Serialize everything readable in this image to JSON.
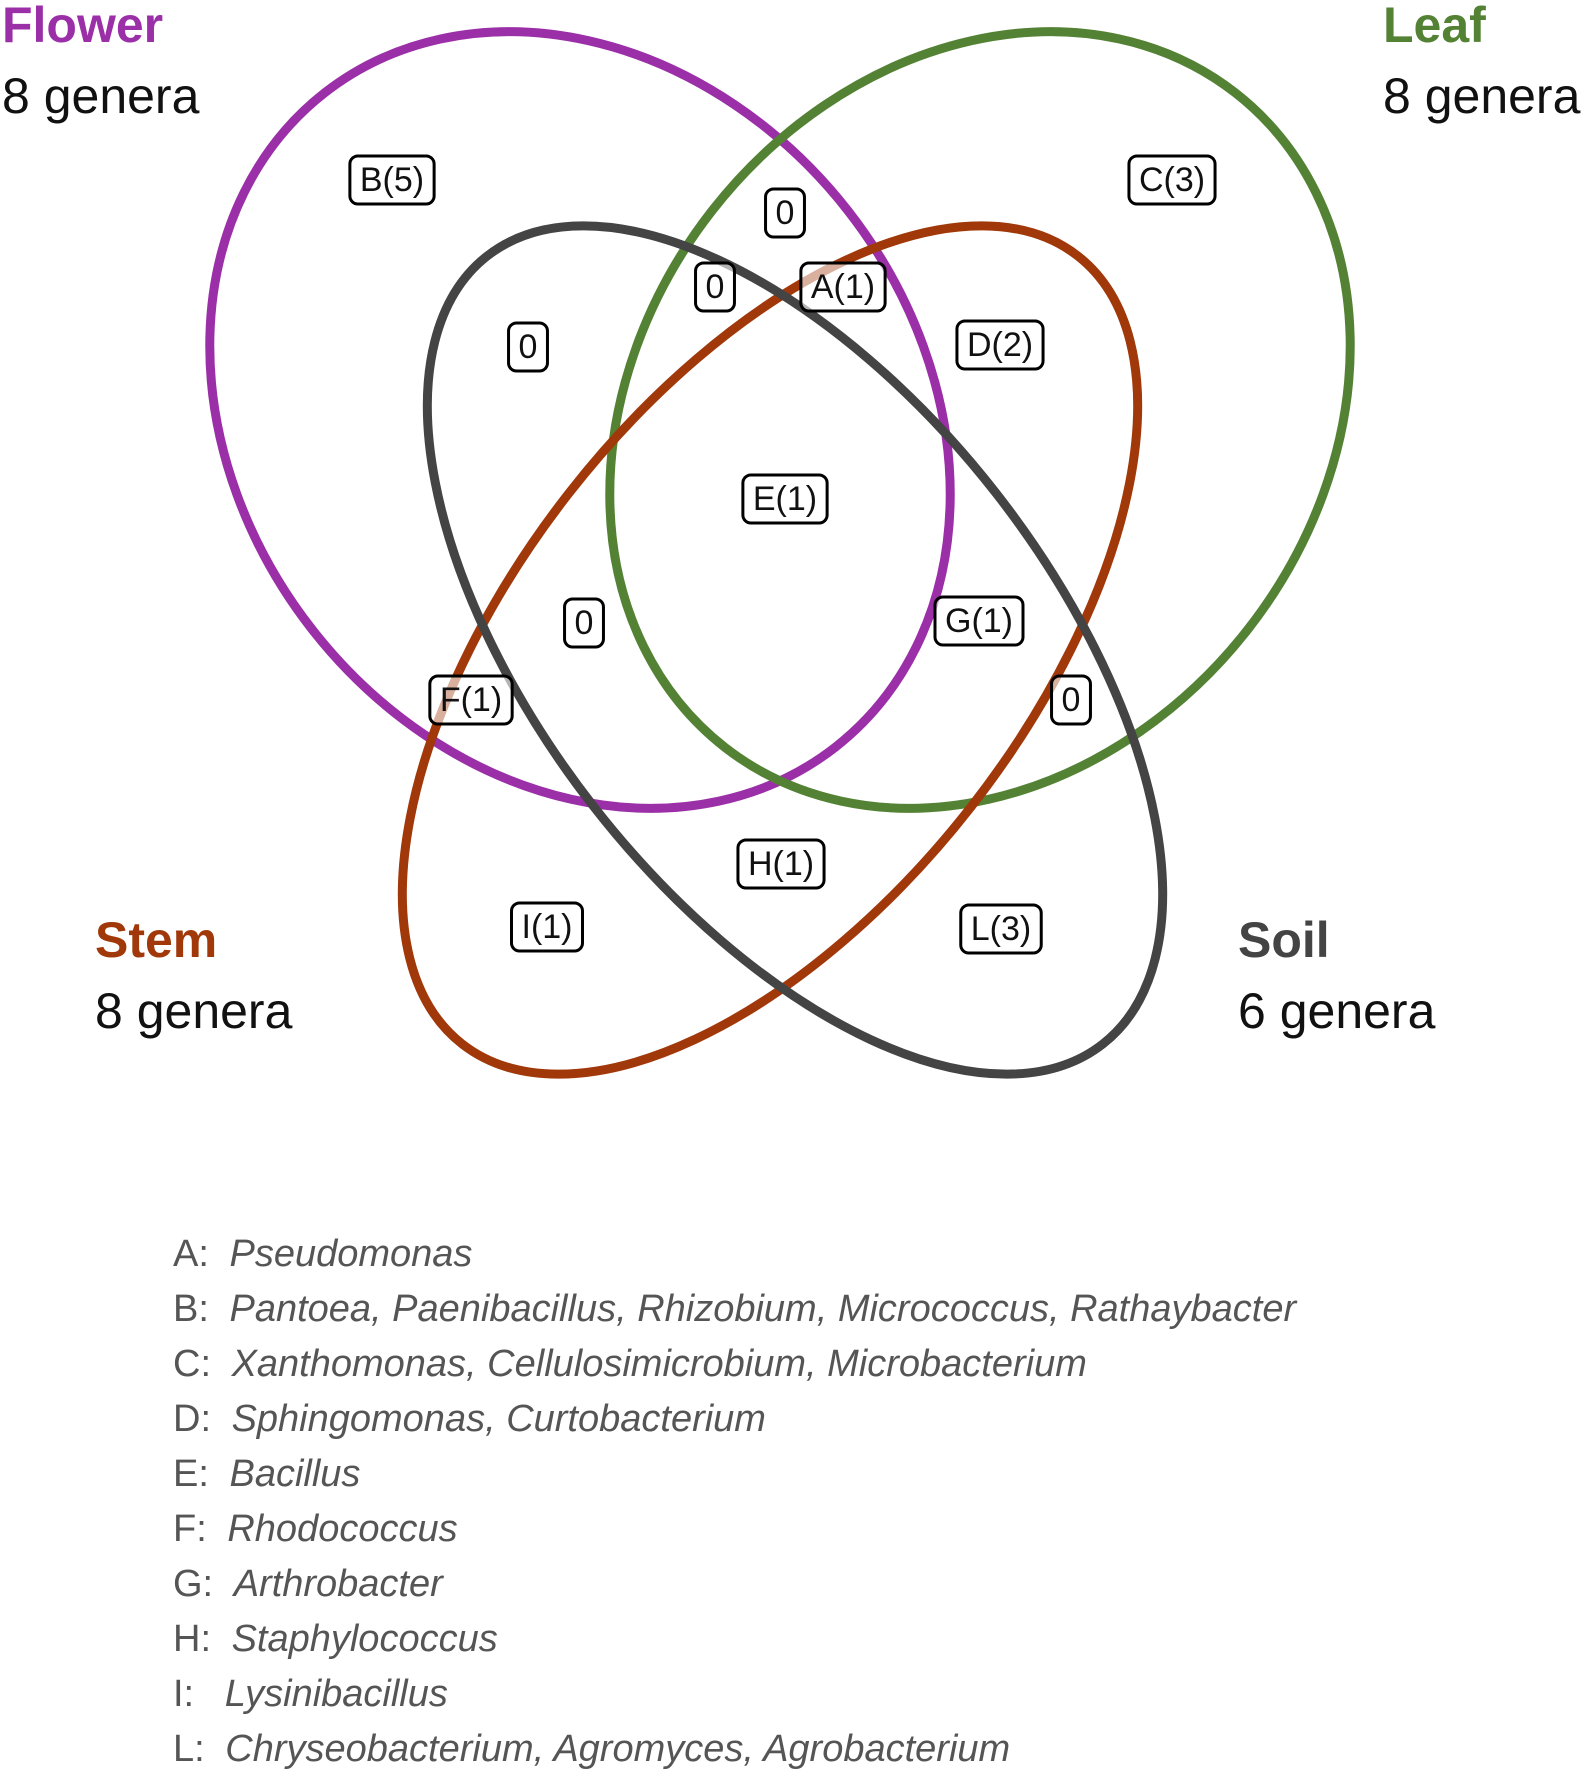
{
  "sets": [
    {
      "id": "flower",
      "name": "Flower",
      "count_label": "8 genera",
      "color": "#9b2fa8"
    },
    {
      "id": "leaf",
      "name": "Leaf",
      "count_label": "8 genera",
      "color": "#548235"
    },
    {
      "id": "stem",
      "name": "Stem",
      "count_label": "8 genera",
      "color": "#a0380a"
    },
    {
      "id": "soil",
      "name": "Soil",
      "count_label": "6 genera",
      "color": "#444444"
    }
  ],
  "region_labels": [
    {
      "id": "b",
      "label": "B(5)"
    },
    {
      "id": "c",
      "label": "C(3)"
    },
    {
      "id": "top",
      "label": "0"
    },
    {
      "id": "upper-left",
      "label": "0"
    },
    {
      "id": "a",
      "label": "A(1)"
    },
    {
      "id": "left",
      "label": "0"
    },
    {
      "id": "d",
      "label": "D(2)"
    },
    {
      "id": "e",
      "label": "E(1)"
    },
    {
      "id": "lower-left",
      "label": "0"
    },
    {
      "id": "g",
      "label": "G(1)"
    },
    {
      "id": "f",
      "label": "F(1)"
    },
    {
      "id": "right",
      "label": "0"
    },
    {
      "id": "h",
      "label": "H(1)"
    },
    {
      "id": "i",
      "label": "I(1)"
    },
    {
      "id": "l",
      "label": "L(3)"
    }
  ],
  "legend": [
    {
      "key": "A:",
      "taxa": "Pseudomonas"
    },
    {
      "key": "B:",
      "taxa": "Pantoea, Paenibacillus, Rhizobium, Micrococcus, Rathaybacter"
    },
    {
      "key": "C:",
      "taxa": "Xanthomonas, Cellulosimicrobium, Microbacterium"
    },
    {
      "key": "D:",
      "taxa": "Sphingomonas, Curtobacterium"
    },
    {
      "key": "E:",
      "taxa": "Bacillus"
    },
    {
      "key": "F:",
      "taxa": "Rhodococcus"
    },
    {
      "key": "G:",
      "taxa": "Arthrobacter"
    },
    {
      "key": "H:",
      "taxa": "Staphylococcus"
    },
    {
      "key": "I:",
      "taxa": "Lysinibacillus"
    },
    {
      "key": "L:",
      "taxa": "Chryseobacterium, Agromyces, Agrobacterium"
    }
  ]
}
